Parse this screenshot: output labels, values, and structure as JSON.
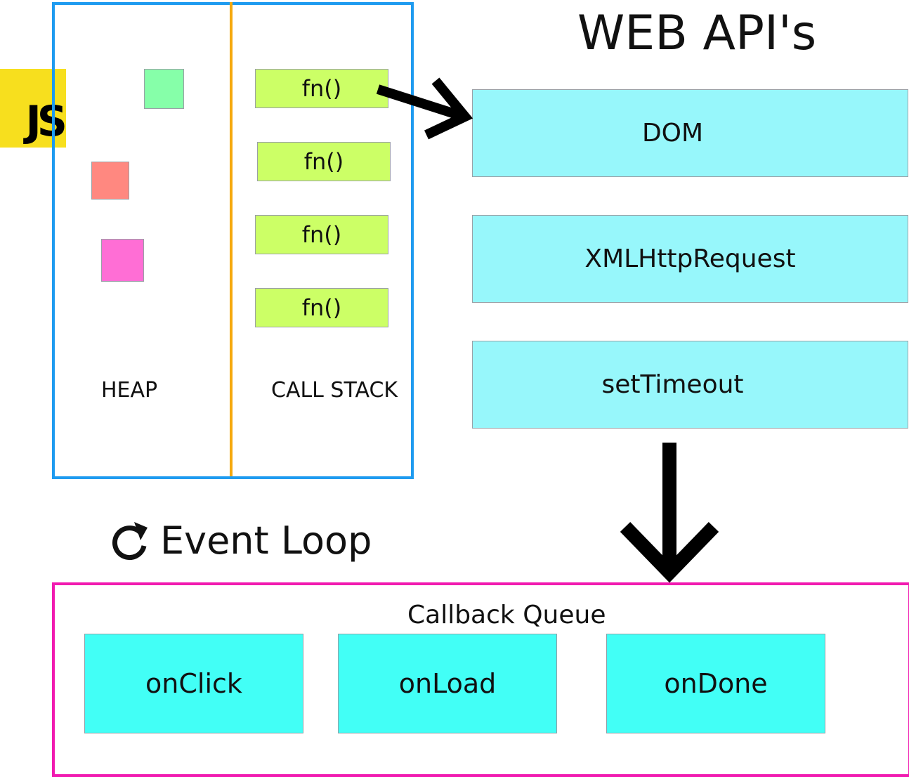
{
  "logo": {
    "text": "JS",
    "bg_color": "#f7df1e",
    "text_color": "#000000"
  },
  "engine": {
    "heap_label": "HEAP",
    "stack_label": "CALL STACK",
    "heap_objects": [
      {
        "name": "heap-object-green",
        "color": "#86ffa9"
      },
      {
        "name": "heap-object-red",
        "color": "#ff8880"
      },
      {
        "name": "heap-object-pink",
        "color": "#ff6ed5"
      }
    ],
    "call_stack": [
      "fn()",
      "fn()",
      "fn()",
      "fn()"
    ],
    "frame_color": "#1e9bf0",
    "divider_color": "#f5a90e",
    "stack_item_color": "#ccff66"
  },
  "web_apis": {
    "title": "WEB API's",
    "items": [
      "DOM",
      "XMLHttpRequest",
      "setTimeout"
    ],
    "item_color": "#97f7fb"
  },
  "event_loop": {
    "label": "Event Loop",
    "icon": "refresh-icon"
  },
  "callback_queue": {
    "title": "Callback Queue",
    "items": [
      "onClick",
      "onLoad",
      "onDone"
    ],
    "item_color": "#42fff6",
    "frame_color": "#f11ab0"
  }
}
